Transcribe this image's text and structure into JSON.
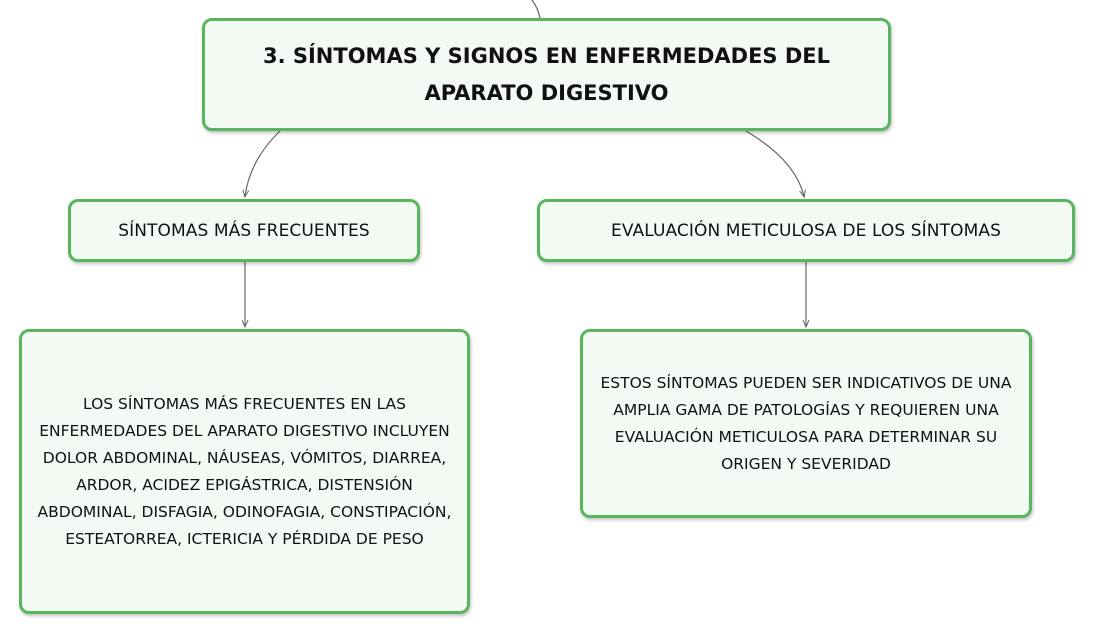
{
  "diagram": {
    "root": {
      "label": "3. SÍNTOMAS Y SIGNOS EN ENFERMEDADES DEL APARATO DIGESTIVO"
    },
    "branches": [
      {
        "label": "SÍNTOMAS MÁS FRECUENTES",
        "detail": "LOS SÍNTOMAS MÁS FRECUENTES EN LAS ENFERMEDADES DEL APARATO DIGESTIVO INCLUYEN DOLOR ABDOMINAL, NÁUSEAS, VÓMITOS, DIARREA, ARDOR, ACIDEZ EPIGÁSTRICA, DISTENSIÓN ABDOMINAL, DISFAGIA, ODINOFAGIA, CONSTIPACIÓN, ESTEATORREA, ICTERICIA Y PÉRDIDA DE PESO"
      },
      {
        "label": "EVALUACIÓN METICULOSA DE LOS SÍNTOMAS",
        "detail": "ESTOS SÍNTOMAS PUEDEN SER INDICATIVOS DE UNA AMPLIA GAMA DE PATOLOGÍAS Y REQUIEREN UNA EVALUACIÓN METICULOSA PARA DETERMINAR SU ORIGEN Y SEVERIDAD"
      }
    ],
    "colors": {
      "node_border": "#5ab55f",
      "node_fill": "#f2faf3",
      "connector": "#666666"
    }
  }
}
